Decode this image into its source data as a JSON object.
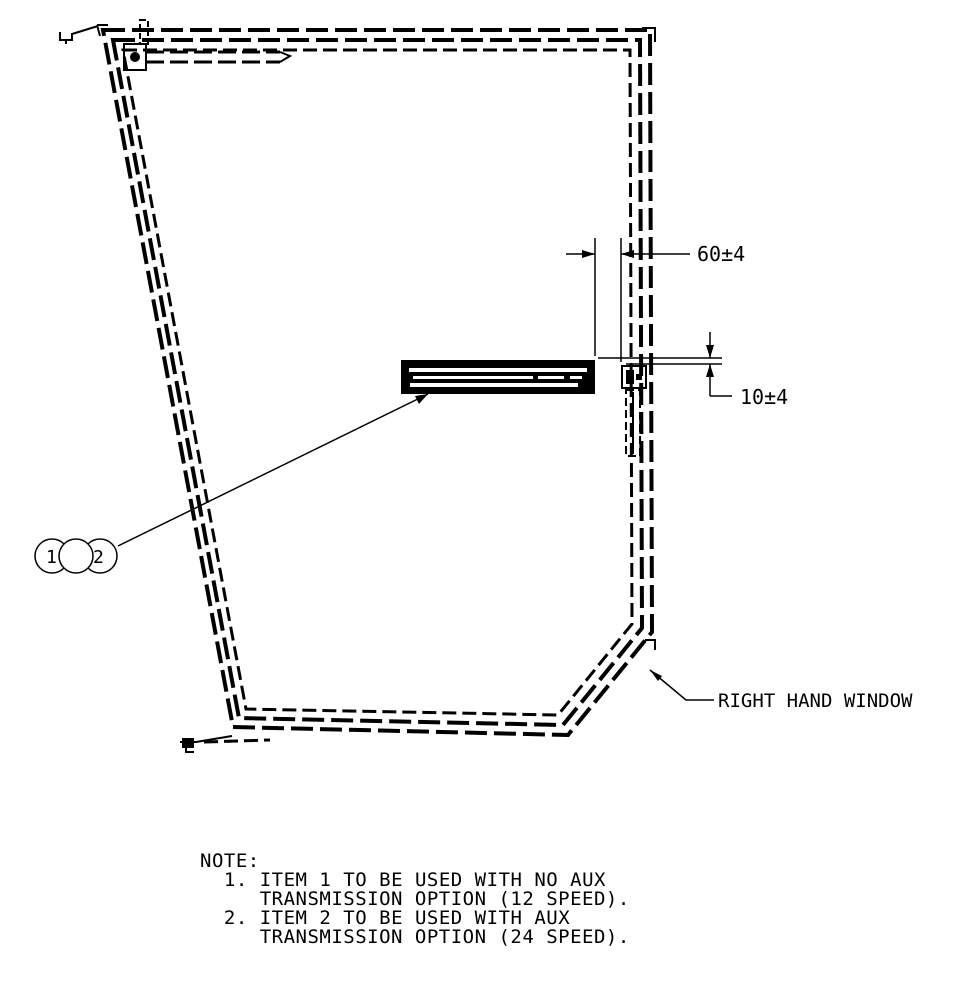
{
  "dimensions": {
    "horizontal": "60±4",
    "vertical": "10±4"
  },
  "balloons": {
    "item_1": "1",
    "item_2": "2"
  },
  "callout": {
    "window_label": "RIGHT HAND WINDOW"
  },
  "notes": {
    "heading": "NOTE:",
    "items": [
      {
        "number": "1.",
        "line1": "ITEM 1 TO BE USED WITH NO AUX",
        "line2": "TRANSMISSION OPTION (12 SPEED)."
      },
      {
        "number": "2.",
        "line1": "ITEM 2 TO BE USED WITH AUX",
        "line2": "TRANSMISSION OPTION (24 SPEED)."
      }
    ]
  }
}
